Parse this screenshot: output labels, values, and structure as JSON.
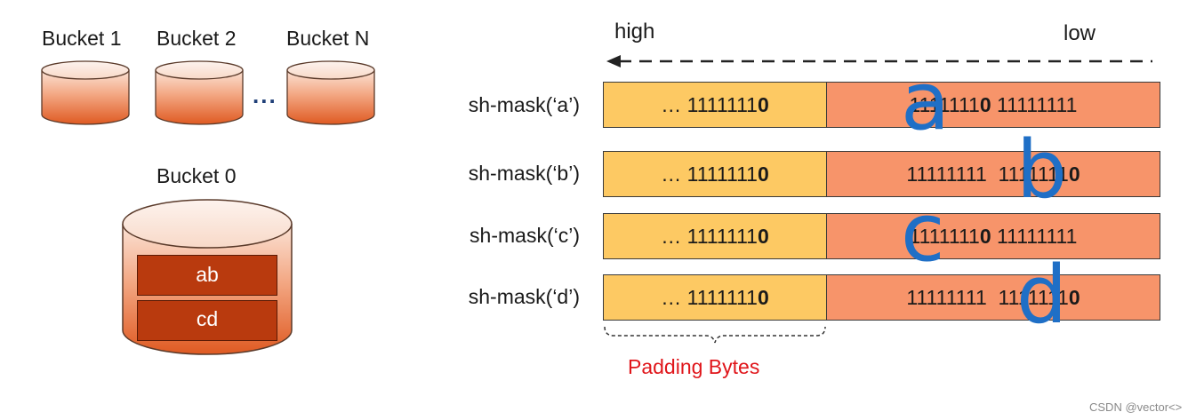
{
  "buckets": {
    "top": [
      {
        "label": "Bucket 1"
      },
      {
        "label": "Bucket 2"
      },
      {
        "label": "Bucket N"
      }
    ],
    "ellipsis": "...",
    "main": {
      "label": "Bucket 0",
      "items": [
        "ab",
        "cd"
      ]
    }
  },
  "axis": {
    "high": "high",
    "low": "low"
  },
  "rows": [
    {
      "label": "sh-mask(‘a’)",
      "left_prefix": "… 1111111",
      "left_bold": "0",
      "right_prefix": "1111111",
      "right_bold": "0",
      "right_suffix": " 11111111",
      "letter": "a"
    },
    {
      "label": "sh-mask(‘b’)",
      "left_prefix": "… 1111111",
      "left_bold": "0",
      "right_prefix": "11111111  1111111",
      "right_bold": "0",
      "right_suffix": "",
      "letter": "b"
    },
    {
      "label": "sh-mask(‘c’)",
      "left_prefix": "… 1111111",
      "left_bold": "0",
      "right_prefix": "1111111",
      "right_bold": "0",
      "right_suffix": " 11111111",
      "letter": "c"
    },
    {
      "label": "sh-mask(‘d’)",
      "left_prefix": "… 1111111",
      "left_bold": "0",
      "right_prefix": "11111111  1111111",
      "right_bold": "0",
      "right_suffix": "",
      "letter": "d"
    }
  ],
  "padding_label": "Padding Bytes",
  "watermark": "CSDN @vector<>",
  "colors": {
    "cylinder": "#e8825a",
    "inner_box": "#b93a0e",
    "padding_bytes": "#fdc963",
    "mask_bytes": "#f7946a",
    "letter": "#1f6fc6",
    "padding_text": "#e0161b"
  }
}
